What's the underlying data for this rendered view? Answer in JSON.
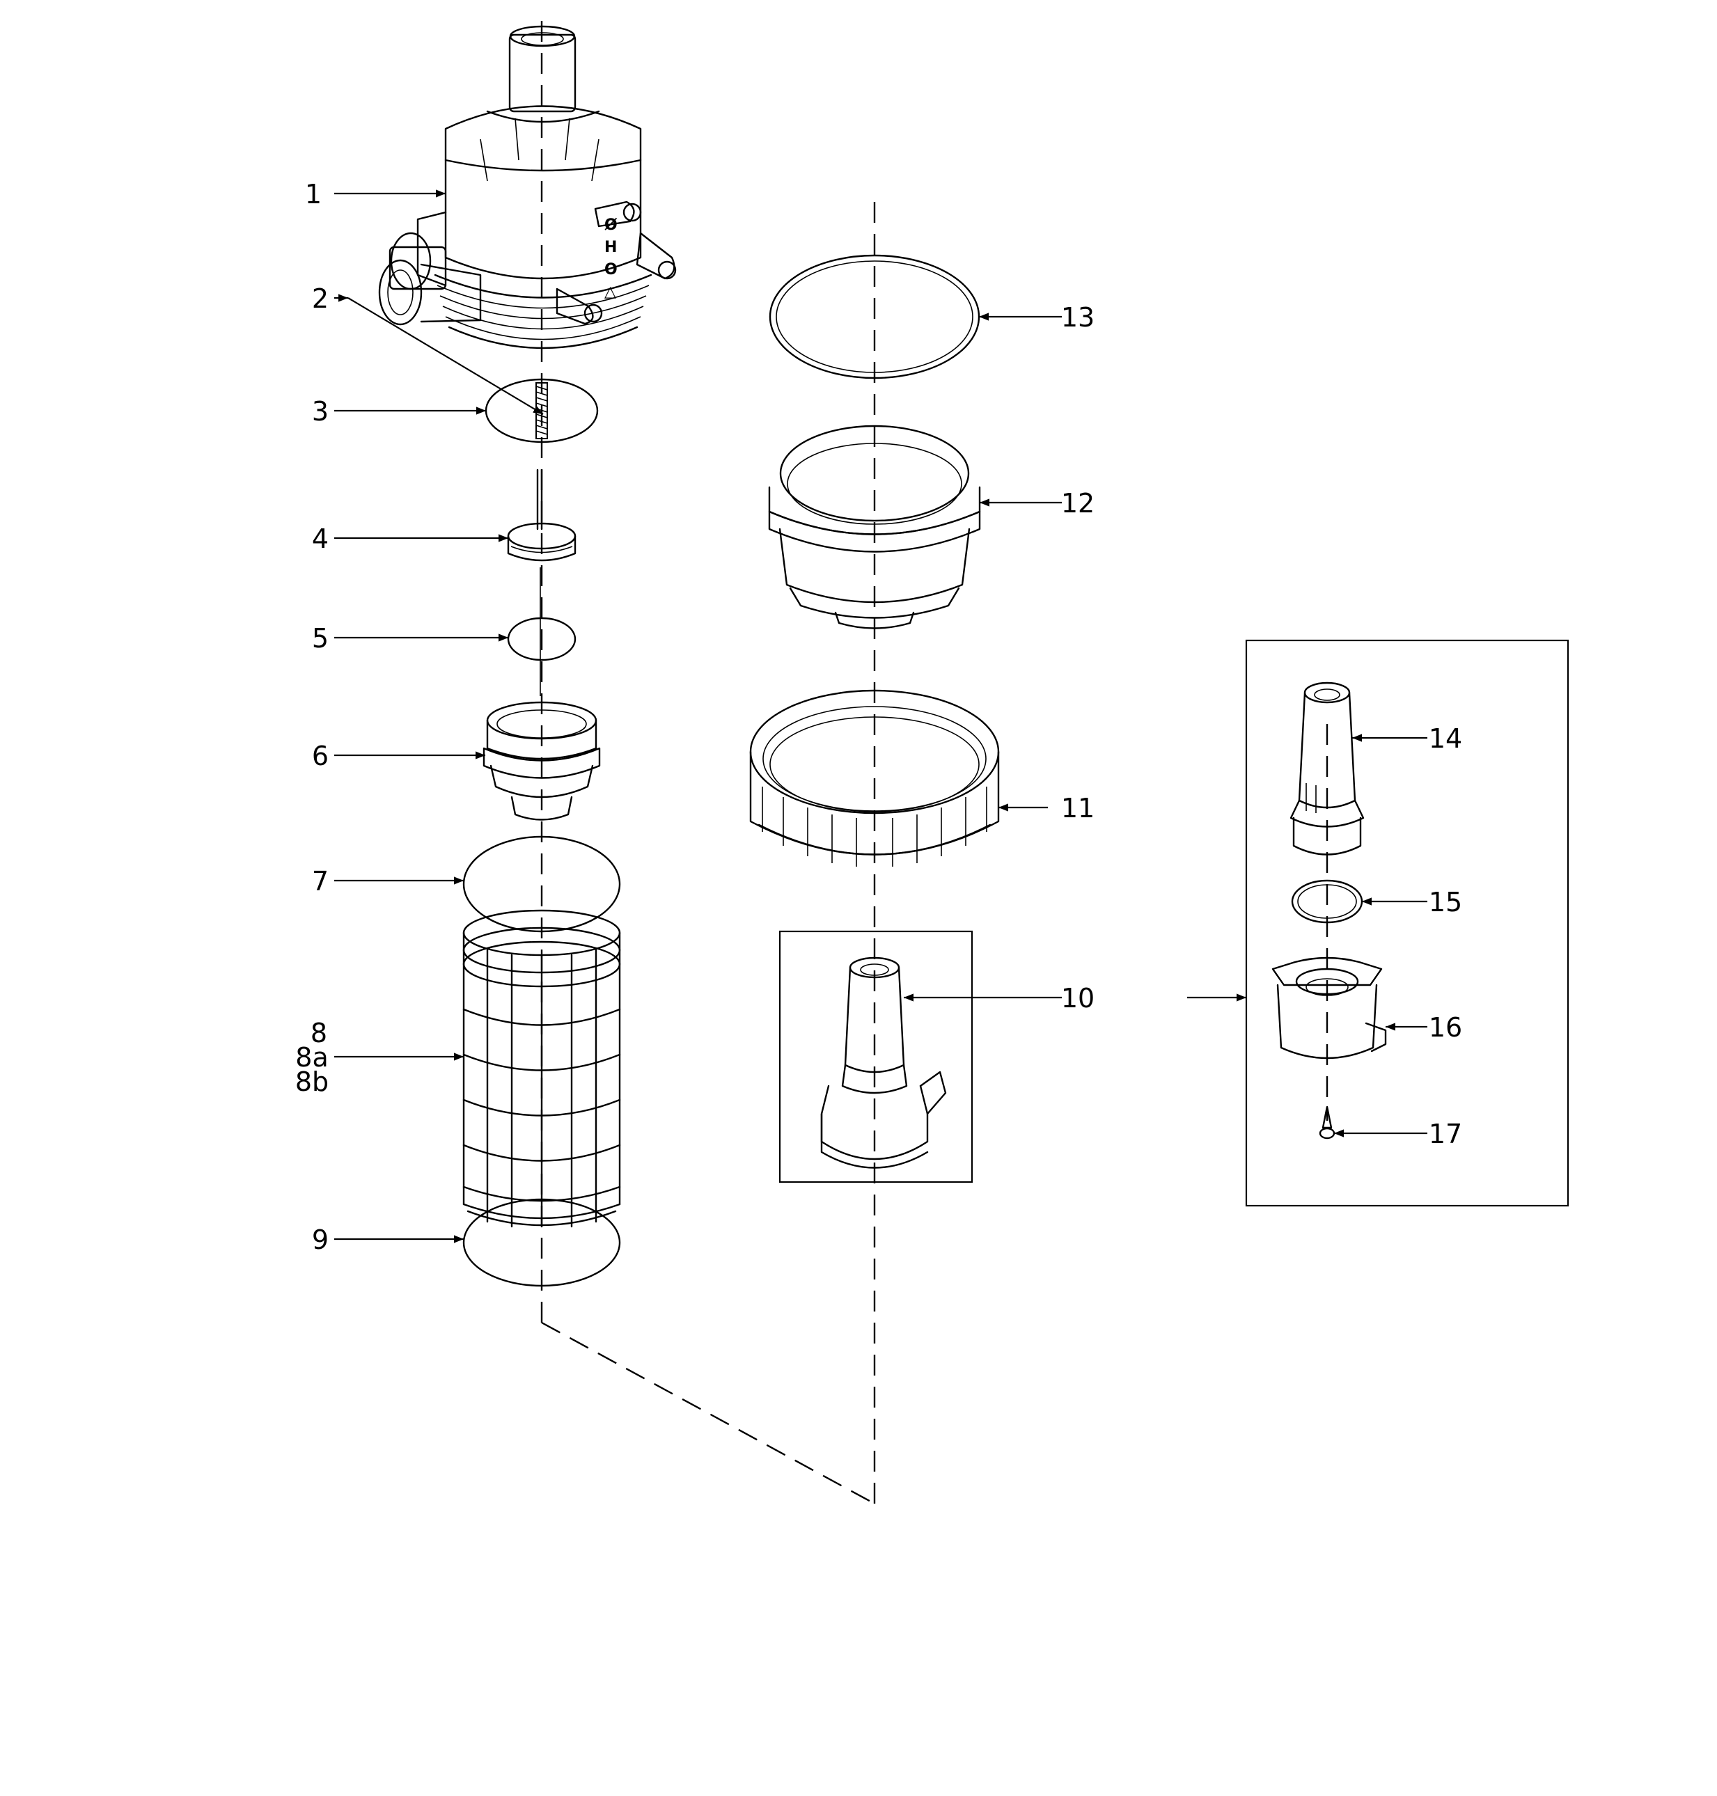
{
  "callouts": {
    "c1": "1",
    "c2": "2",
    "c3": "3",
    "c4": "4",
    "c5": "5",
    "c6": "6",
    "c7": "7",
    "c8": "8",
    "c8a": "8a",
    "c8b": "8b",
    "c9": "9",
    "c10": "10",
    "c11": "11",
    "c12": "12",
    "c13": "13",
    "c14": "14",
    "c15": "15",
    "c16": "16",
    "c17": "17"
  }
}
